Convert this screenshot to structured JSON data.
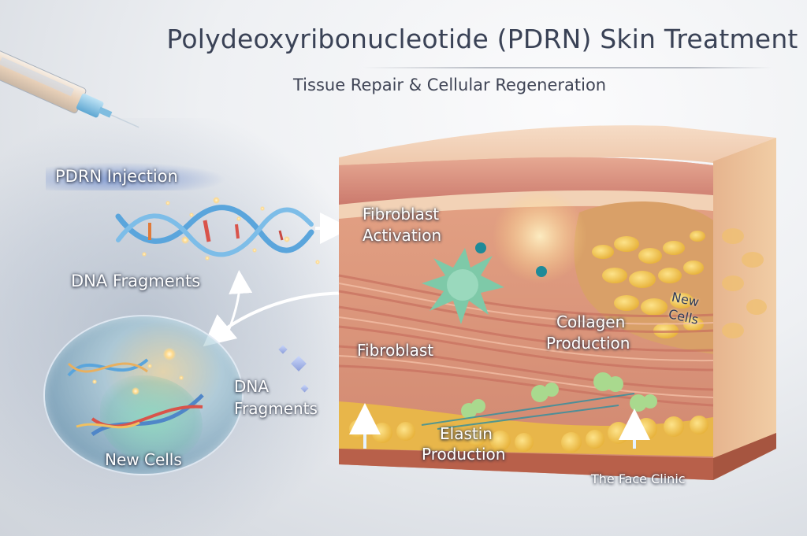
{
  "header": {
    "title": "Polydeoxyribonucleotide (PDRN) Skin Treatment",
    "subtitle": "Tissue Repair & Cellular Regeneration"
  },
  "labels": {
    "pdrn_injection": "PDRN Injection",
    "dna_fragments_top": "DNA Fragments",
    "dna_fragments_inset_line1": "DNA",
    "dna_fragments_inset_line2": "Fragments",
    "new_cells_inset": "New Cells",
    "fibroblast_activation_line1": "Fibroblast",
    "fibroblast_activation_line2": "Activation",
    "fibroblast": "Fibroblast",
    "collagen_production_line1": "Collagen",
    "collagen_production_line2": "Production",
    "new_cells_skin_line1": "New",
    "new_cells_skin_line2": "Cells",
    "elastin_production_line1": "Elastin",
    "elastin_production_line2": "Production",
    "watermark": "The Face Clinic"
  },
  "icons": {
    "syringe": "syringe-icon",
    "dna": "dna-helix-icon",
    "fibroblast_cell": "fibroblast-cell-icon",
    "arrow": "arrow-icon"
  },
  "colors": {
    "title_text": "#3a4256",
    "label_text": "#ffffff",
    "new_cells_text": "#2e3b5a",
    "skin_epidermis": "#f0c4a4",
    "skin_dermis": "#d98a78",
    "fat_cells": "#f2c35a",
    "fibroblast_green": "#7ec9a8",
    "dna_blue": "#5aa5dc",
    "dna_red": "#d9534a",
    "background": "#e6e9ee"
  }
}
